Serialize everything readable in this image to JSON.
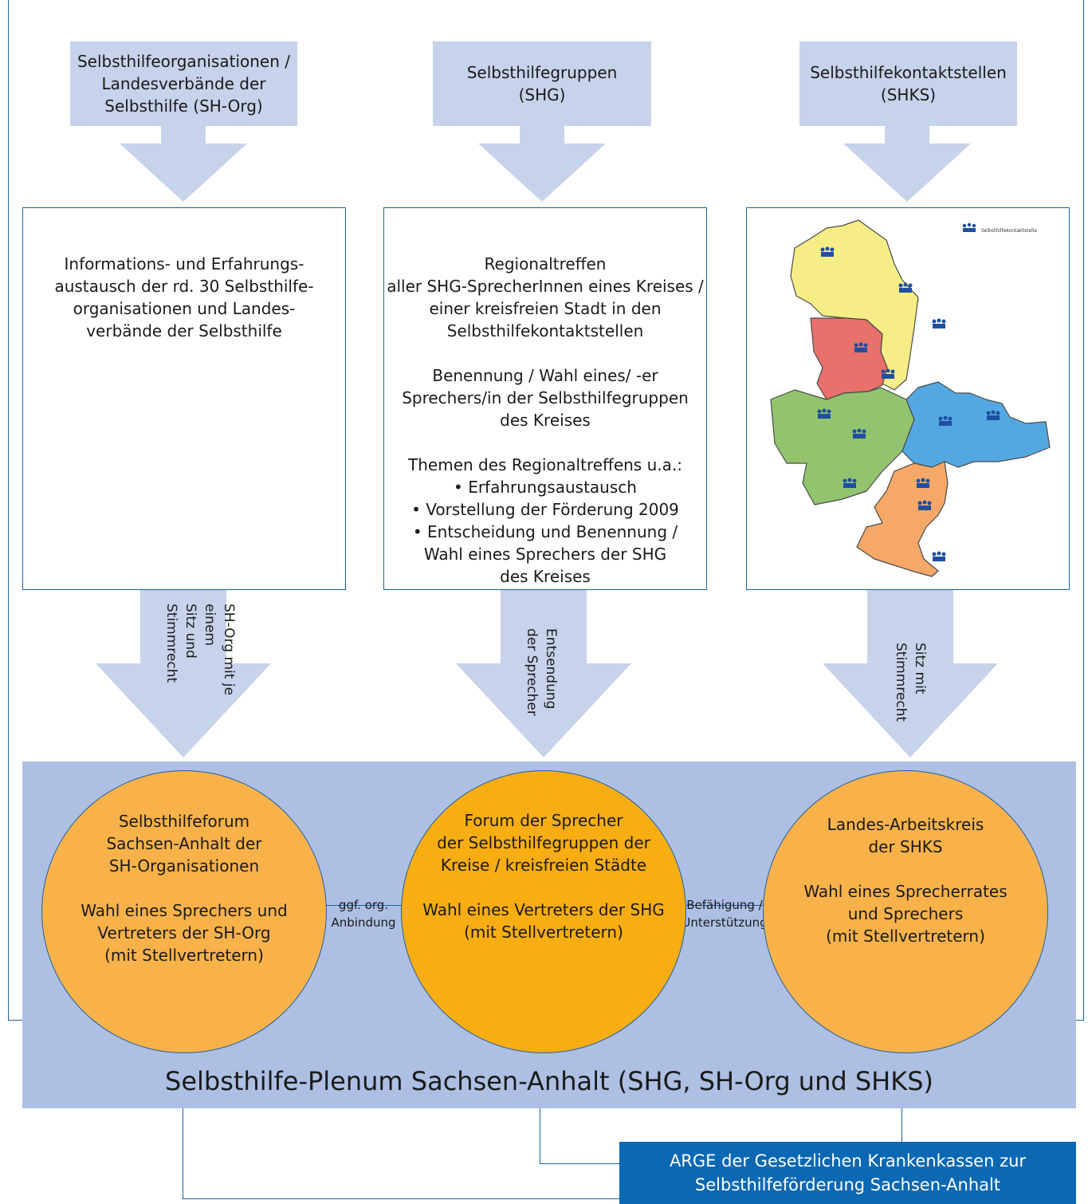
{
  "headers": {
    "org": "Selbsthilfeorganisationen /\nLandesverbände der\nSelbsthilfe (SH-Org)",
    "shg": "Selbsthilfegruppen\n(SHG)",
    "shks": "Selbsthilfekontaktstellen\n(SHKS)"
  },
  "boxes": {
    "left": "Informations- und Erfahrungs-\naustausch der rd. 30 Selbsthilfe-\norganisationen und Landes-\nverbände der Selbsthilfe",
    "middle": "Regionaltreffen\naller SHG-SprecherInnen eines Kreises /\neiner kreisfreien Stadt in den\nSelbsthilfekontaktstellen\n\nBenennung / Wahl eines/ -er\nSprechers/in der Selbsthilfegruppen\ndes Kreises\n\nThemen des Regionaltreffens u.a.:\n• Erfahrungsaustausch\n• Vorstellung der Förderung 2009\n• Entscheidung und Benennung /\nWahl eines Sprechers der SHG\ndes Kreises"
  },
  "map": {
    "legend": "Selbsthilfekontaktstelle",
    "colors": {
      "yellow": "#f5ee86",
      "red": "#e8716b",
      "green": "#92c46f",
      "blue": "#54a8e2",
      "orange": "#f5a867",
      "icon": "#1f4fa0"
    }
  },
  "arrow_labels": {
    "left": "SH-Org mit je einem\nSitz und Stimmrecht",
    "middle": "Entsendung\nder Sprecher",
    "right": "Sitz mit\nStimmrecht"
  },
  "circles": {
    "left": "Selbsthilfeforum\nSachsen-Anhalt der\nSH-Organisationen\n\nWahl eines Sprechers und\nVertreters der SH-Org\n(mit Stellvertretern)",
    "middle": "Forum der Sprecher\nder Selbsthilfegruppen der\nKreise / kreisfreien Städte\n\nWahl eines Vertreters der SHG\n(mit Stellvertretern)",
    "right": "Landes-Arbeitskreis\nder SHKS\n\nWahl eines Sprecherrates\nund Sprechers\n(mit Stellvertretern)"
  },
  "connectors": {
    "left": "ggf. org.\nAnbindung",
    "right": "Befähigung /\nUnterstützung"
  },
  "plenum_title": "Selbsthilfe-Plenum Sachsen-Anhalt (SHG, SH-Org und SHKS)",
  "arge": "ARGE der Gesetzlichen Krankenkassen zur\nSelbsthilfeförderung Sachsen-Anhalt",
  "colors": {
    "light_blue": "#c6d3ea",
    "plenum_blue": "#adc0e3",
    "orange_circle": "#f9b24a",
    "dark_orange_circle": "#f8ad12",
    "line_blue": "#1d5fa6",
    "arge_blue": "#0b68b3"
  }
}
